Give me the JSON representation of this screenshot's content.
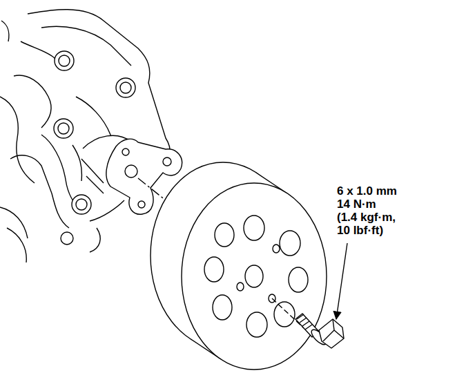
{
  "diagram": {
    "labels": [
      "6 x 1.0 mm",
      "14 N·m",
      "(1.4 kgf·m,",
      "10 lbf·ft)"
    ]
  }
}
